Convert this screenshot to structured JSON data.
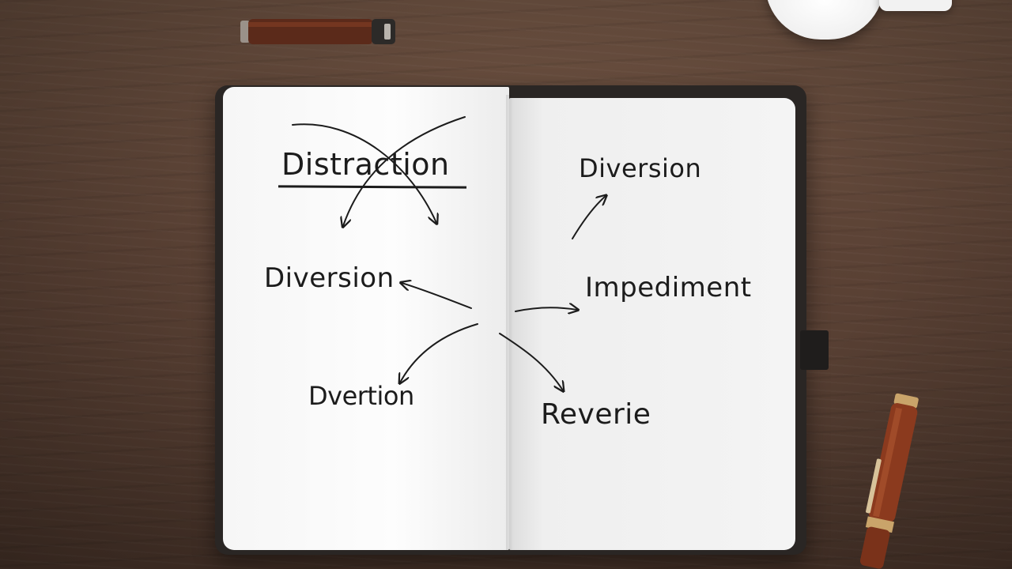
{
  "scene": {
    "left_page": {
      "crossed_word": "Distraction",
      "word_diversion": "Diversion",
      "word_misspelled": "Dvertion"
    },
    "right_page": {
      "word_diversion": "Diversion",
      "word_impediment": "Impediment",
      "word_reverie": "Reverie"
    }
  },
  "colors": {
    "desk": "#5a4236",
    "page": "#f7f7f7",
    "ink": "#1c1c1c",
    "pen_wood": "#8b3a1e"
  }
}
